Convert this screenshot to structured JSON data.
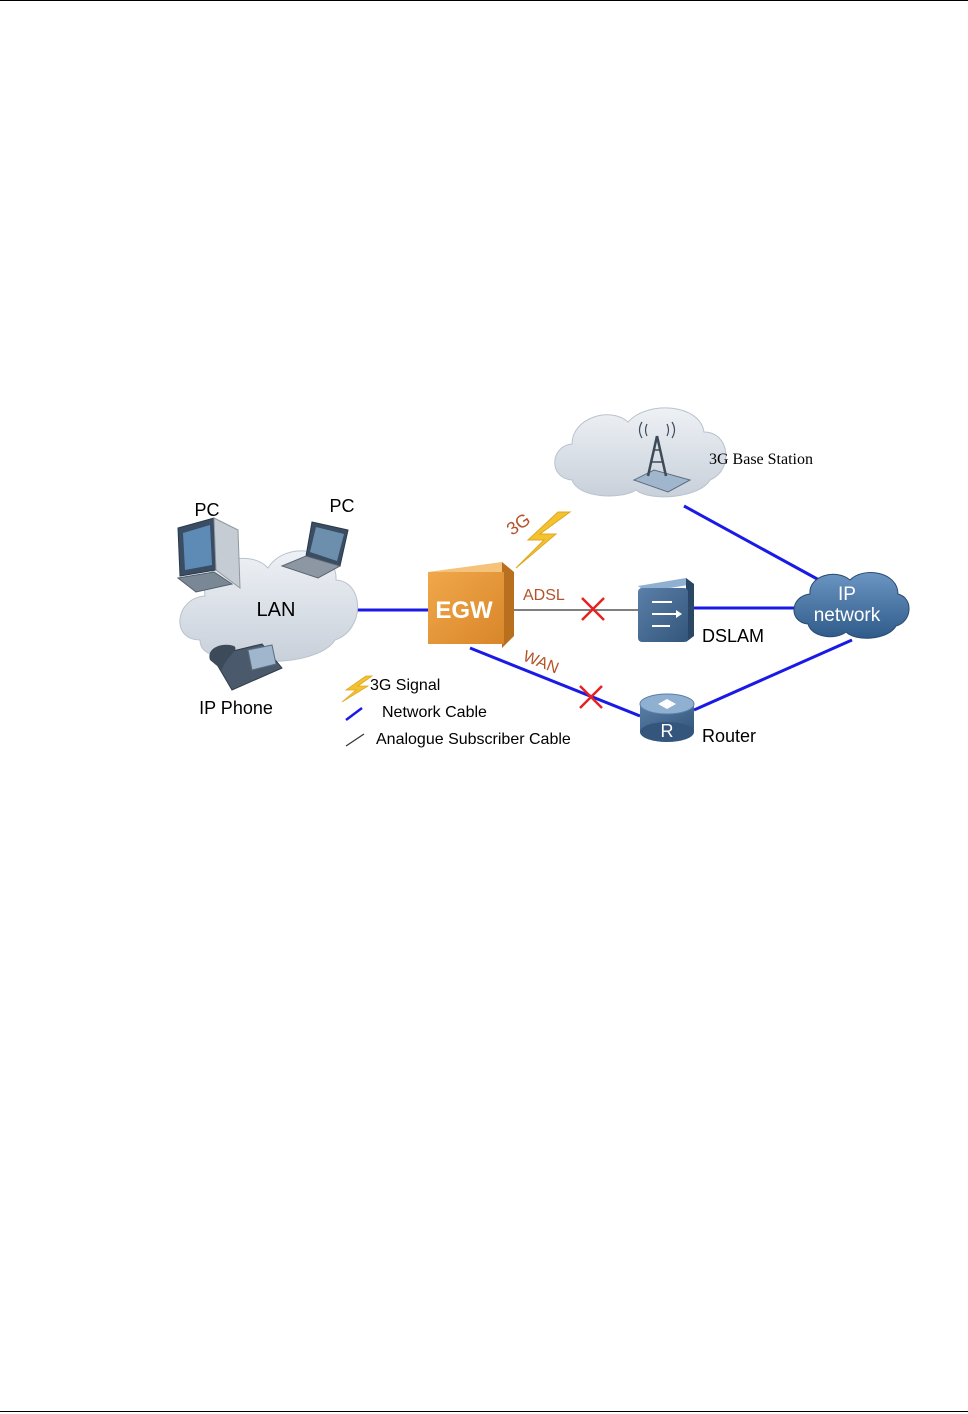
{
  "nodes": {
    "pc_desktop": "PC",
    "pc_laptop": "PC",
    "lan": "LAN",
    "ip_phone": "IP Phone",
    "egw": "EGW",
    "base_station": "3G Base Station",
    "dslam": "DSLAM",
    "router": "Router",
    "router_glyph": "R",
    "ip_network_line1": "IP",
    "ip_network_line2": "network"
  },
  "links": {
    "wireless": "3G",
    "adsl": "ADSL",
    "wan": "WAN"
  },
  "legend": {
    "signal": "3G Signal",
    "network_cable": "Network Cable",
    "analogue_cable": "Analogue Subscriber Cable"
  },
  "colors": {
    "network_cable": "#1a1ae6",
    "analogue_cable": "#555555",
    "egw_box": "#e8982e",
    "link_label": "#b4532a",
    "fault_mark": "#e82020",
    "signal": "#f2c230",
    "cloud": "#d9dfe6",
    "ip_cloud": "#3d6fa3"
  }
}
